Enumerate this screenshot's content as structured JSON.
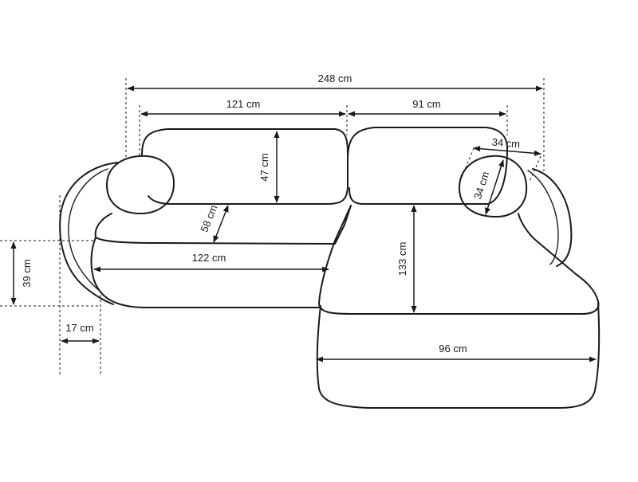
{
  "diagram": {
    "subject": "corner sofa with chaise",
    "colors": {
      "line": "#1a1a1a",
      "background": "#ffffff"
    },
    "dimensions": {
      "total_width": "248 cm",
      "left_section_width": "121 cm",
      "right_section_width": "91 cm",
      "cushion_diameter_horizontal": "34 cm",
      "cushion_diameter_vertical": "34 cm",
      "backrest_height": "47 cm",
      "seat_depth": "58 cm",
      "seat_width": "122 cm",
      "chaise_length": "133 cm",
      "seat_height": "39 cm",
      "armrest_width": "17 cm",
      "chaise_width": "96 cm"
    }
  }
}
